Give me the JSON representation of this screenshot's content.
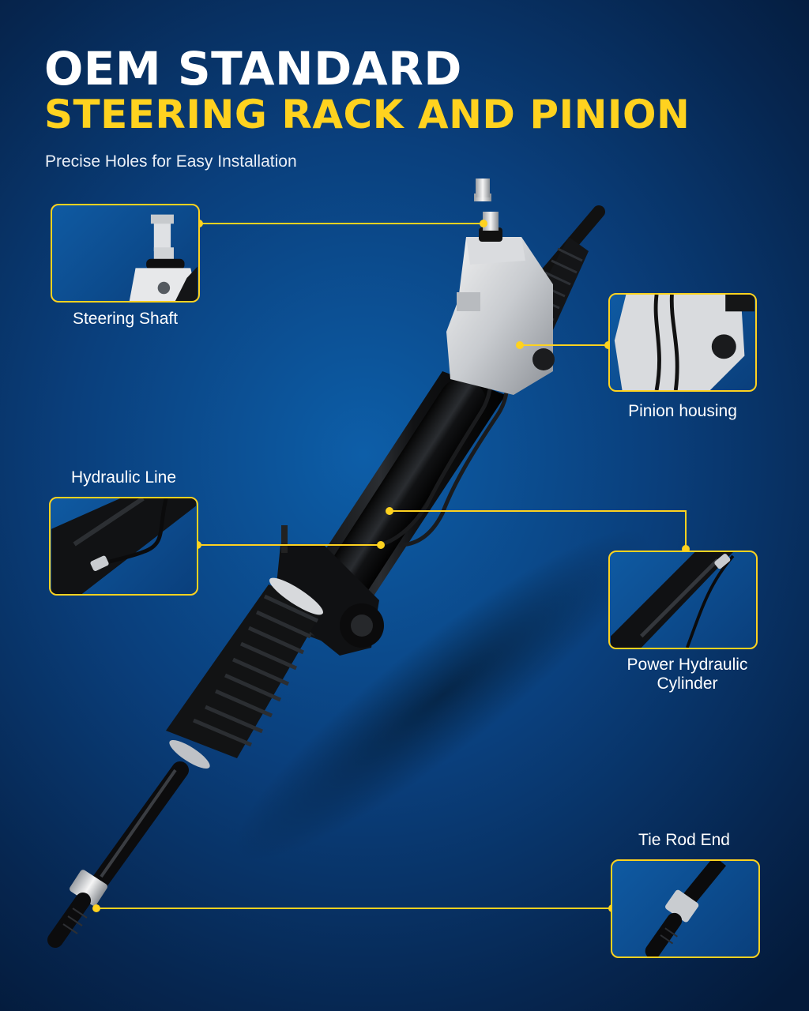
{
  "header": {
    "title_line1": "OEM STANDARD",
    "title_line2": "STEERING RACK AND PINION",
    "subtitle": "Precise Holes for Easy Installation"
  },
  "callouts": {
    "steering_shaft": "Steering Shaft",
    "pinion_housing": "Pinion housing",
    "hydraulic_line": "Hydraulic Line",
    "power_cylinder_line1": "Power Hydraulic",
    "power_cylinder_line2": "Cylinder",
    "tie_rod_end": "Tie Rod End"
  },
  "colors": {
    "accent_yellow": "#ffd21f",
    "background_blue": "#0a3f7c",
    "text_white": "#ffffff"
  }
}
